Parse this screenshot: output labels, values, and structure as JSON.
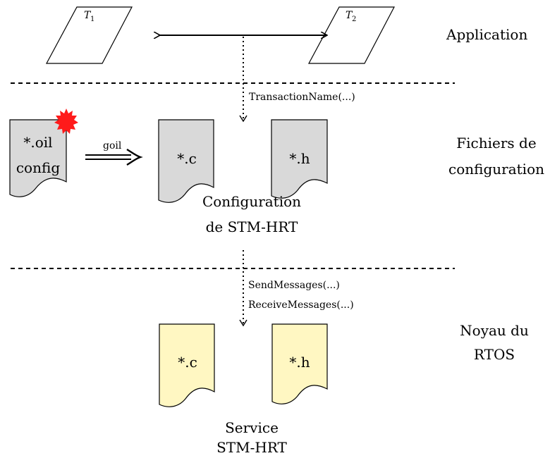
{
  "tasks": {
    "t1_label": "T",
    "t1_sub": "1",
    "t2_label": "T",
    "t2_sub": "2"
  },
  "layers": {
    "application": "Application",
    "config_line1": "Fichiers de",
    "config_line2": "configuration",
    "kernel_line1": "Noyau du",
    "kernel_line2": "RTOS"
  },
  "calls": {
    "transaction": "TransactionName(...)",
    "send": "SendMessages(...)",
    "receive": "ReceiveMessages(...)"
  },
  "config_files": {
    "oil_line1": "*.oil",
    "oil_line2": "config",
    "tool_label": "goil",
    "c_file": "*.c",
    "h_file": "*.h",
    "caption_line1": "Configuration",
    "caption_line2": "de STM-HRT"
  },
  "service_files": {
    "c_file": "*.c",
    "h_file": "*.h",
    "caption_line1": "Service",
    "caption_line2": "STM-HRT"
  },
  "colors": {
    "config_doc_fill": "#d9d9d9",
    "service_doc_fill": "#fff7c2",
    "burst": "#ff1a1a"
  }
}
